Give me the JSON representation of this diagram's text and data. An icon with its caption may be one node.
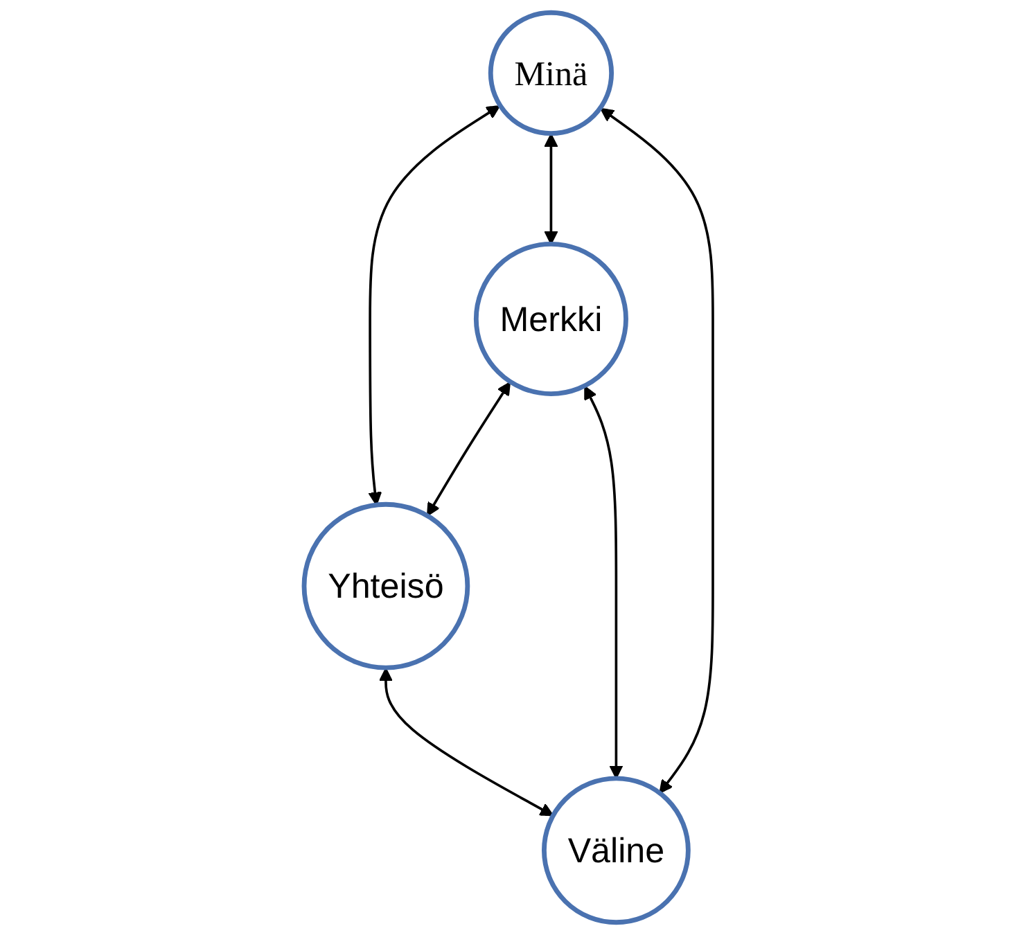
{
  "diagram": {
    "nodes": [
      {
        "text": [
          "Minä"
        ]
      },
      {
        "text": [
          "Merkki"
        ]
      },
      {
        "text": [
          "Yhteisö"
        ]
      },
      {
        "text": [
          "Väline"
        ]
      }
    ],
    "edges": [
      {
        "from": 0,
        "to": 2,
        "arrow": "both"
      },
      {
        "from": 0,
        "to": 1,
        "arrow": "both"
      },
      {
        "from": 0,
        "to": 3,
        "arrow": "both"
      },
      {
        "from": 1,
        "to": 2,
        "arrow": "both"
      },
      {
        "from": 1,
        "to": 3,
        "arrow": "both"
      },
      {
        "from": 2,
        "to": 3,
        "arrow": "both"
      }
    ]
  }
}
